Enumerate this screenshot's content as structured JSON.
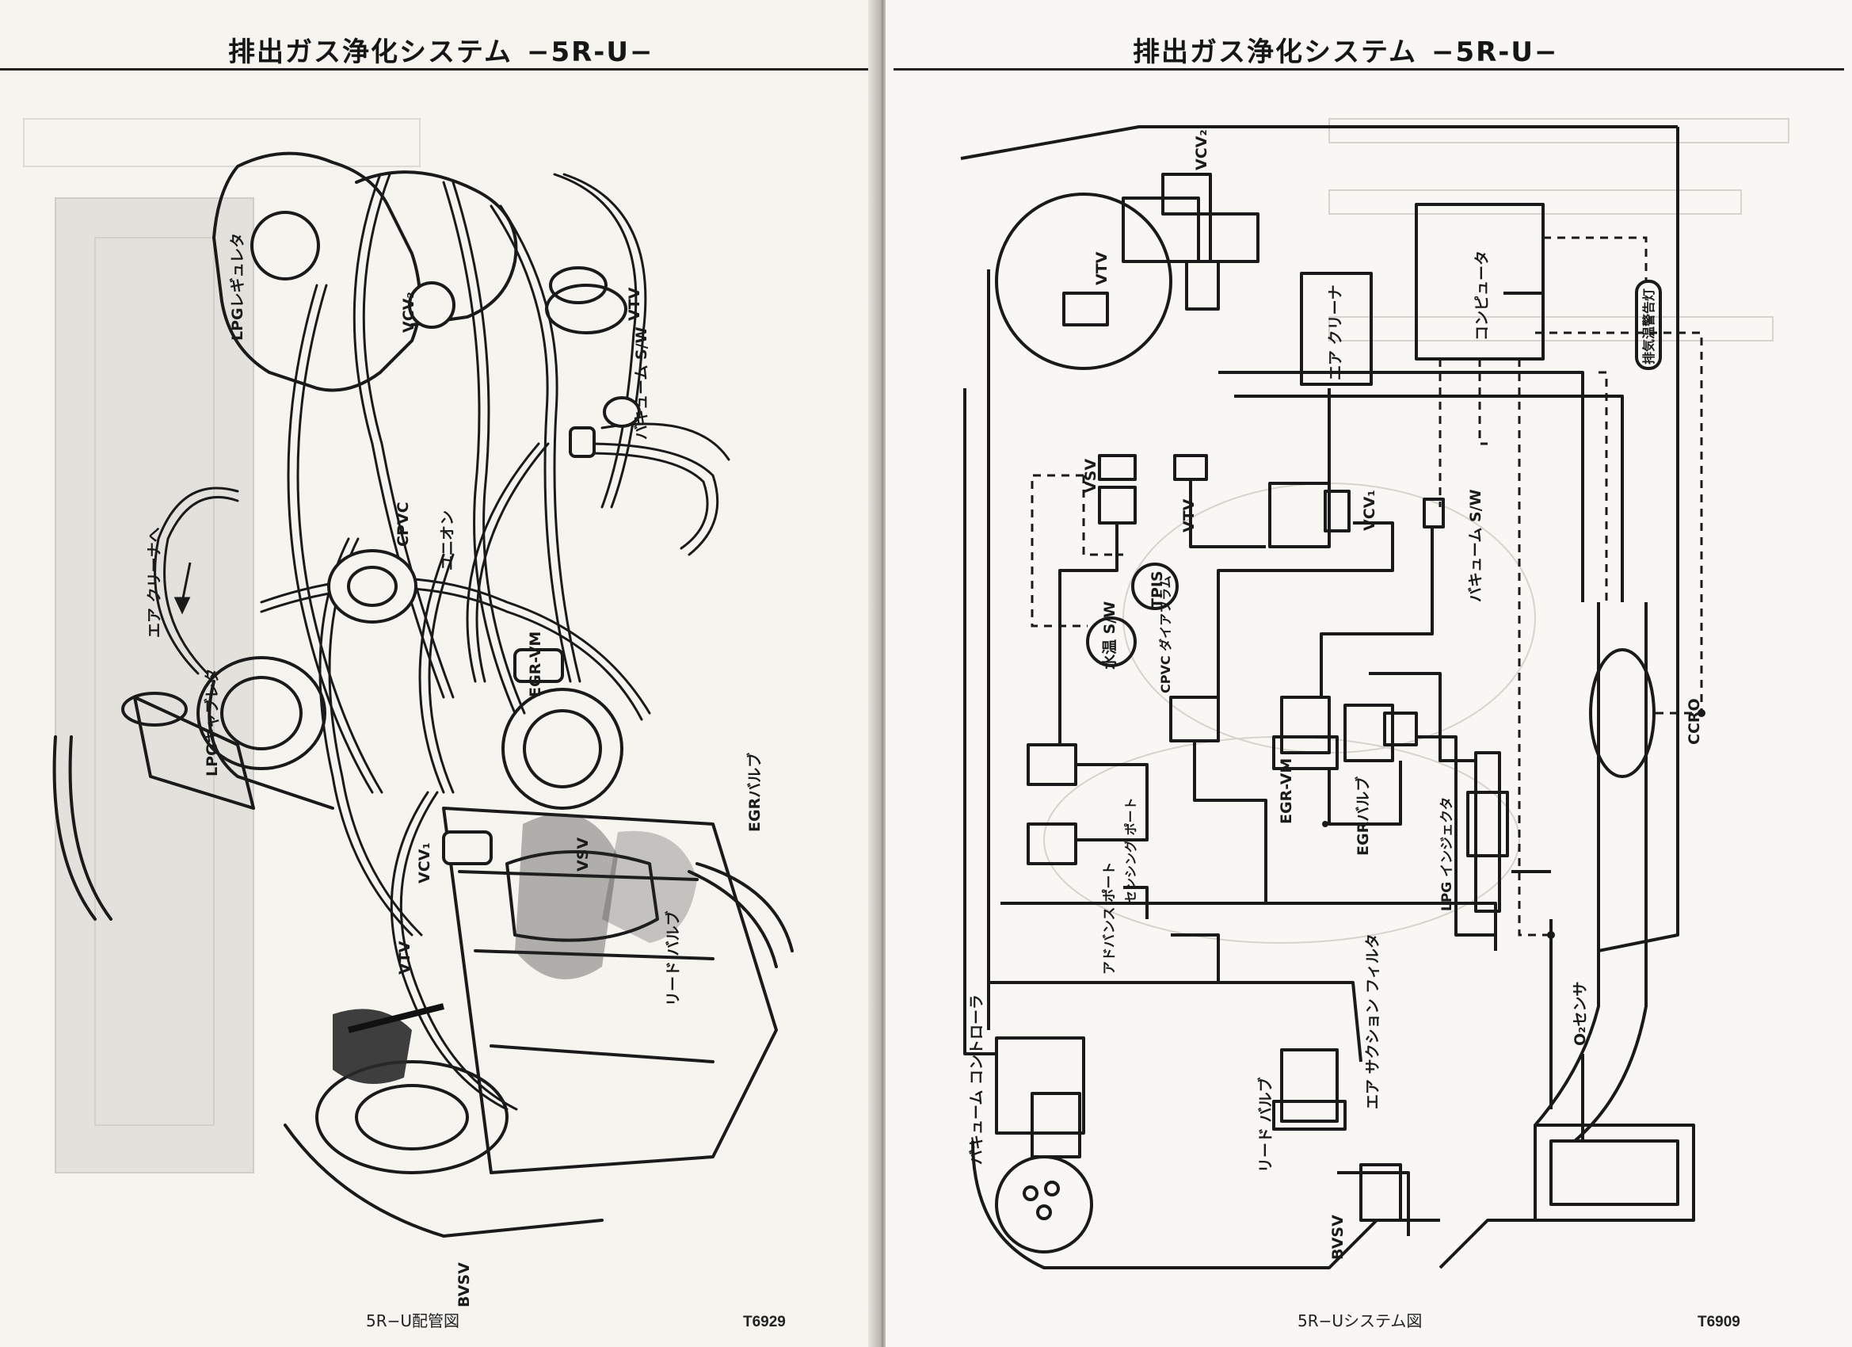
{
  "left_page": {
    "header_title": "排出ガス浄化システム",
    "header_sub": "−5R-U−",
    "caption": "5R−U配管図",
    "figure_no": "T6929",
    "labels": {
      "lpg_regulator": "LPGレギュレタ",
      "vcv2": "VCV₂",
      "vtv_top": "VTV",
      "vacuum_sw": "バキューム S/W",
      "air_cleaner": "エア クリーナへ",
      "cpvc": "CPVC",
      "union": "ユニオン",
      "lpg_carburetor": "LPGキャブレタ",
      "egr_vm": "EGR-VM",
      "egr_valve": "EGRバルブ",
      "vsv": "VSV",
      "vcv1": "VCV₁",
      "vtv_low": "VTV",
      "reed_valve": "リード バルブ",
      "bvsv": "BVSV"
    }
  },
  "right_page": {
    "header_title": "排出ガス浄化システム",
    "header_sub": "−5R-U−",
    "caption": "5R−Uシステム図",
    "figure_no": "T6909",
    "labels": {
      "vcv2": "VCV₂",
      "vtv_top": "VTV",
      "air_cleaner": "エア クリーナ",
      "computer": "コンピュータ",
      "exhaust_temp_lamp": "排気温警告灯",
      "vsv": "VSV",
      "vtv_mid": "VTV",
      "vcv1": "VCV₁",
      "vacuum_sw": "バキューム S/W",
      "tpis": "TPIS",
      "water_temp_sw": "水温 S/W",
      "cpvc_diaphragm": "CPVC ダイアフラム",
      "egr_vm": "EGR-VM",
      "egr_valve": "EGRバルブ",
      "lpg_injector": "LPG インジェクタ",
      "cc_ro": "CCRO",
      "sensing_port": "センシング ポート",
      "advance_port": "アドバンス ポート",
      "air_suction_filter": "エア サクション フィルタ",
      "o2_sensor": "O₂センサ",
      "vacuum_controller": "バキューム コントローラ",
      "reed_valve": "リード バルブ",
      "bvsv": "BVSV"
    }
  },
  "colors": {
    "ink": "#1a1a1a",
    "paper": "#f7f5f0",
    "ghost": "#b9b6af"
  }
}
